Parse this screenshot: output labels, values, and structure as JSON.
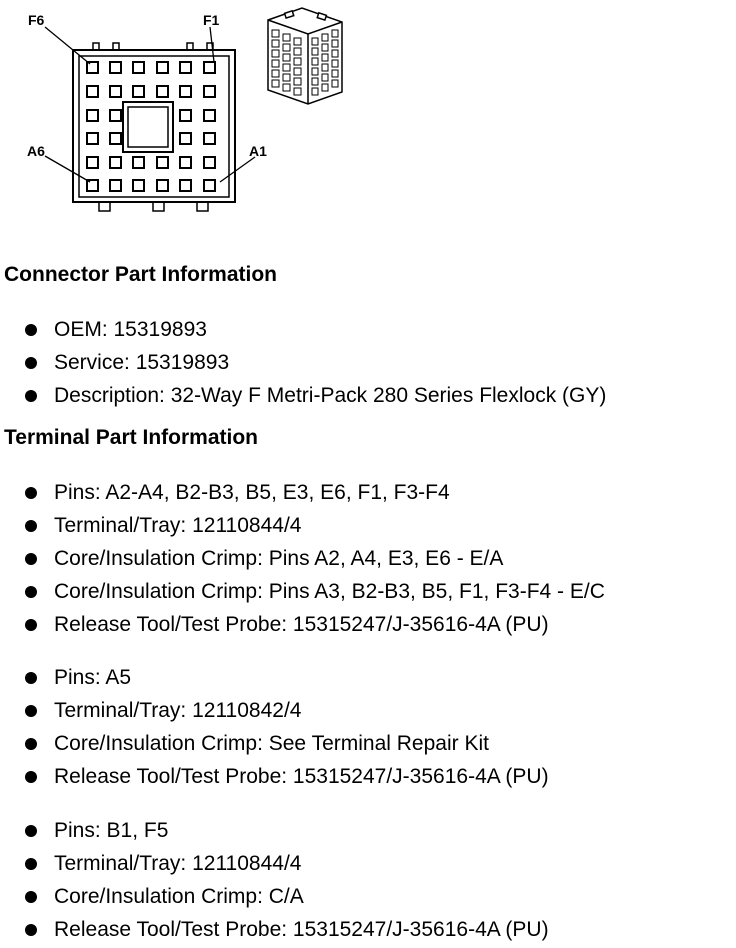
{
  "figure": {
    "labels": {
      "f6": "F6",
      "f1": "F1",
      "a6": "A6",
      "a1": "A1"
    }
  },
  "connector": {
    "title": "Connector Part Information",
    "items": [
      "OEM: 15319893",
      "Service: 15319893",
      "Description: 32-Way F Metri-Pack 280 Series Flexlock (GY)"
    ]
  },
  "terminal": {
    "title": "Terminal Part Information",
    "groups": [
      {
        "items": [
          "Pins: A2-A4, B2-B3, B5, E3, E6, F1, F3-F4",
          "Terminal/Tray: 12110844/4",
          "Core/Insulation Crimp: Pins A2, A4, E3, E6 - E/A",
          "Core/Insulation Crimp: Pins A3, B2-B3, B5, F1, F3-F4 - E/C",
          "Release Tool/Test Probe: 15315247/J-35616-4A (PU)"
        ]
      },
      {
        "items": [
          "Pins: A5",
          "Terminal/Tray: 12110842/4",
          "Core/Insulation Crimp: See Terminal Repair Kit",
          "Release Tool/Test Probe: 15315247/J-35616-4A (PU)"
        ]
      },
      {
        "items": [
          "Pins: B1, F5",
          "Terminal/Tray: 12110844/4",
          "Core/Insulation Crimp: C/A",
          "Release Tool/Test Probe: 15315247/J-35616-4A (PU)"
        ]
      }
    ]
  }
}
